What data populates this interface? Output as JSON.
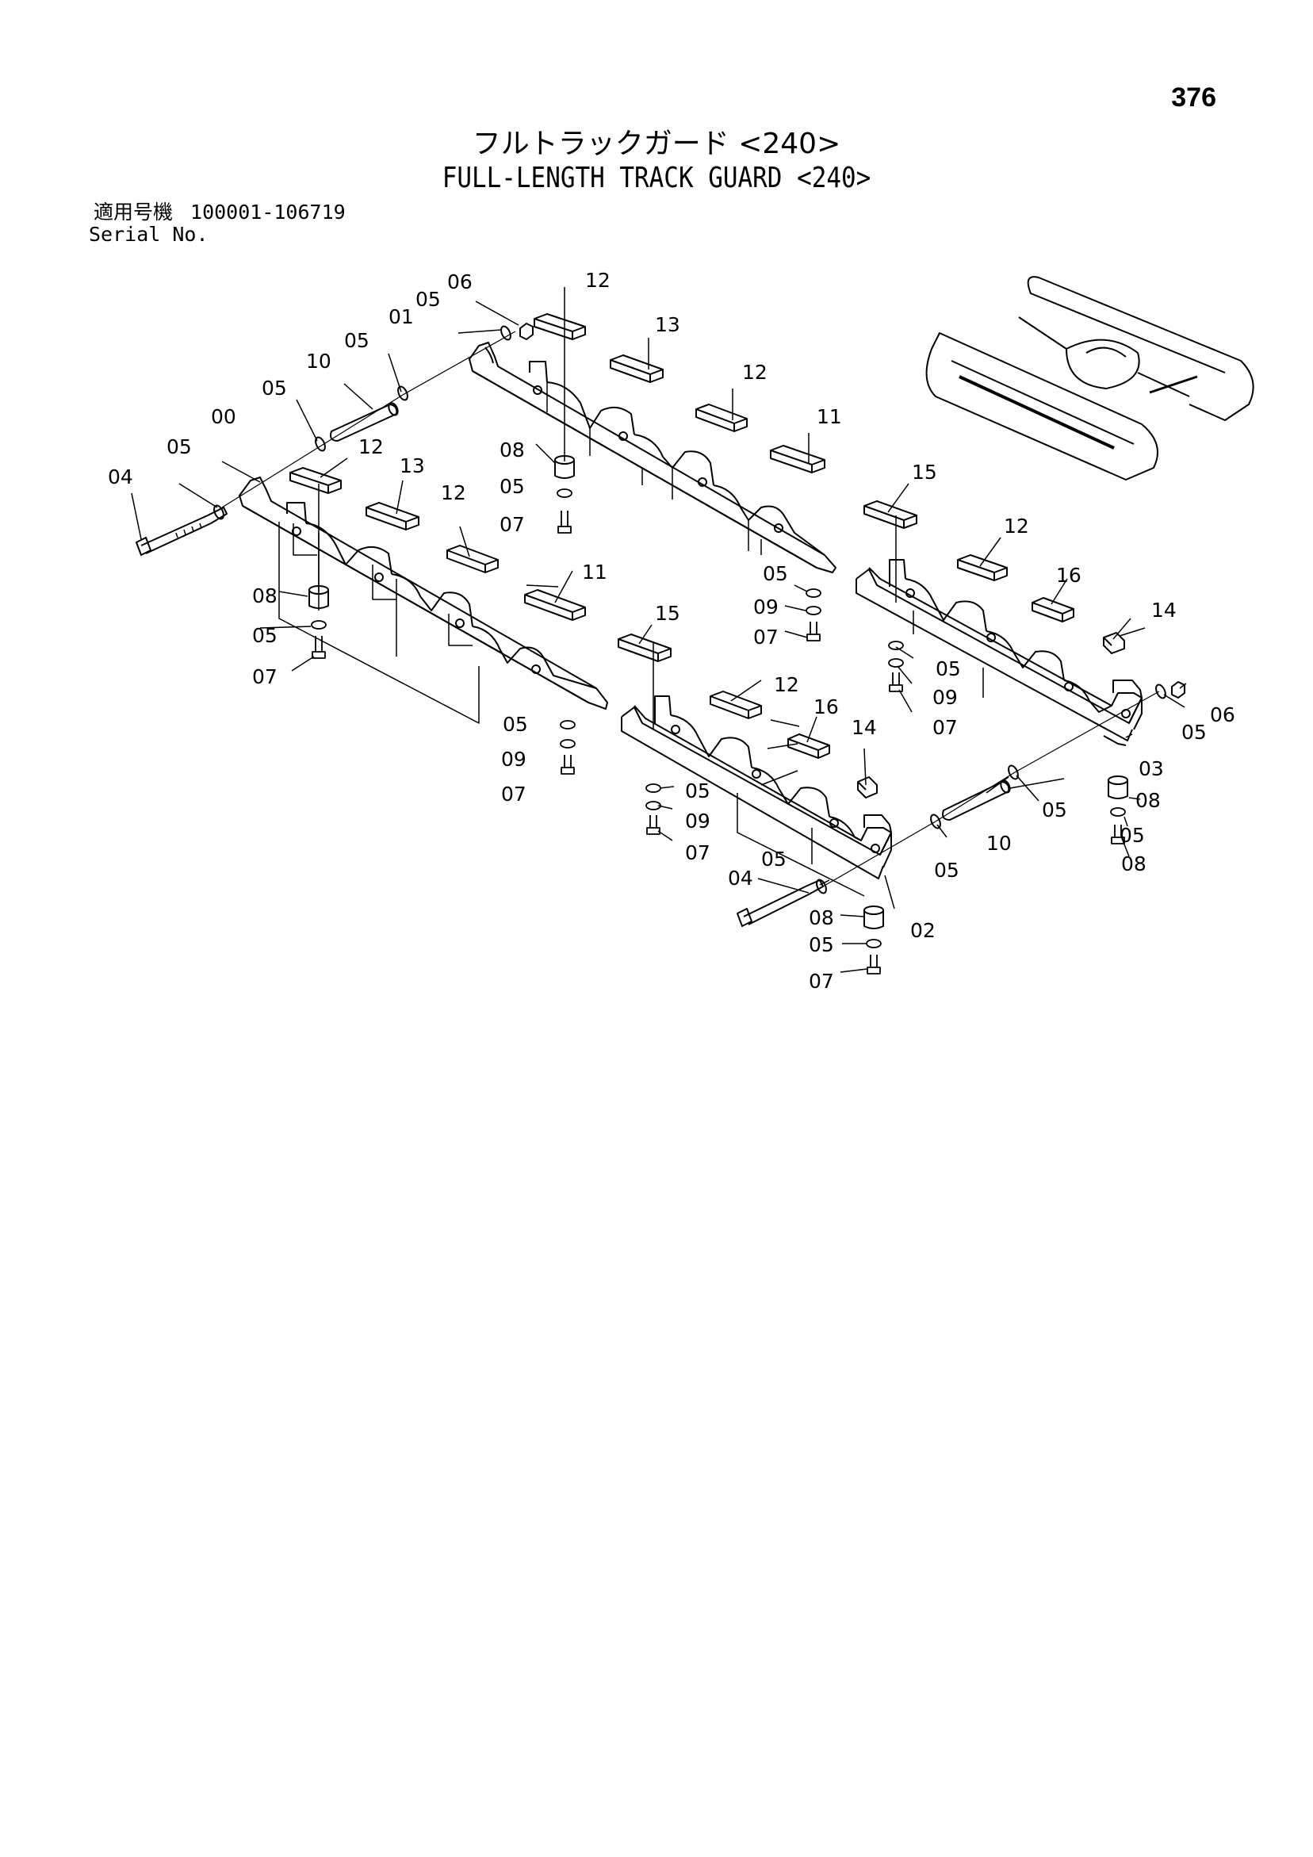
{
  "page": {
    "number": "376"
  },
  "header": {
    "title_jp": "フルトラックガード <240>",
    "title_en": "FULL-LENGTH TRACK GUARD <240>"
  },
  "serial": {
    "label_jp": "適用号機",
    "range": "100001-106719",
    "label_en": "Serial No."
  },
  "callouts": [
    "00",
    "01",
    "02",
    "03",
    "04",
    "04",
    "05",
    "05",
    "05",
    "05",
    "05",
    "05",
    "05",
    "05",
    "05",
    "05",
    "05",
    "05",
    "05",
    "05",
    "05",
    "05",
    "06",
    "06",
    "07",
    "07",
    "07",
    "07",
    "07",
    "07",
    "07",
    "08",
    "08",
    "08",
    "08",
    "08",
    "09",
    "09",
    "09",
    "09",
    "10",
    "10",
    "11",
    "11",
    "12",
    "12",
    "12",
    "12",
    "12",
    "12",
    "13",
    "13",
    "14",
    "14",
    "15",
    "15",
    "16",
    "16"
  ]
}
